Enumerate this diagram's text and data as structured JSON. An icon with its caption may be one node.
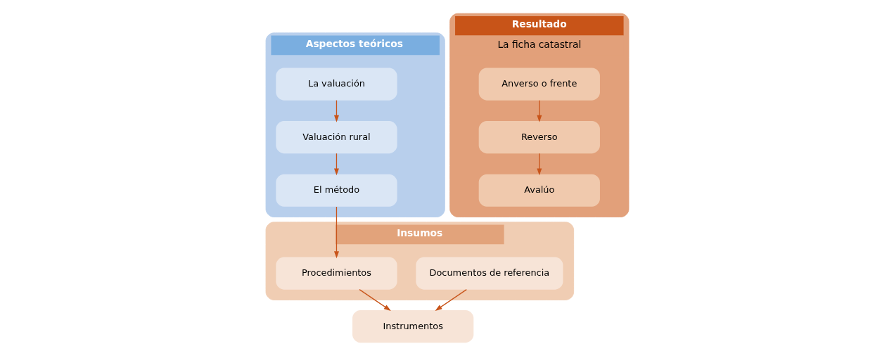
{
  "diagram": {
    "nodes": [
      {
        "text": [
          "Aspectos teóricos"
        ]
      },
      {
        "text": [
          "La valuación"
        ],
        "in": 0
      },
      {
        "text": [
          "Valuación rural"
        ],
        "in": 0
      },
      {
        "text": [
          "El método"
        ],
        "in": 0
      },
      {
        "text": [
          "Insumos"
        ]
      },
      {
        "text": [
          "Documentos de referencia"
        ],
        "in": 4
      },
      {
        "text": [
          "Procedimientos"
        ],
        "in": 4
      },
      {
        "text": [
          "Instrumentos"
        ]
      },
      {
        "text": [
          "Resultado",
          "La ficha catastral"
        ]
      },
      {
        "text": [
          "Anverso o frente"
        ],
        "in": 8
      },
      {
        "text": [
          "Reverso"
        ],
        "in": 8
      },
      {
        "text": [
          "Avalúo"
        ],
        "in": 8
      }
    ],
    "edges": [
      {
        "from": 1,
        "to": 2,
        "arrow": "to"
      },
      {
        "from": 2,
        "to": 3,
        "arrow": "to"
      },
      {
        "from": 3,
        "to": 6,
        "arrow": "to"
      },
      {
        "from": 5,
        "to": 7,
        "arrow": "to"
      },
      {
        "from": 6,
        "to": 7,
        "arrow": "to"
      },
      {
        "from": 9,
        "to": 10,
        "arrow": "to"
      },
      {
        "from": 10,
        "to": 11,
        "arrow": "to"
      }
    ]
  }
}
